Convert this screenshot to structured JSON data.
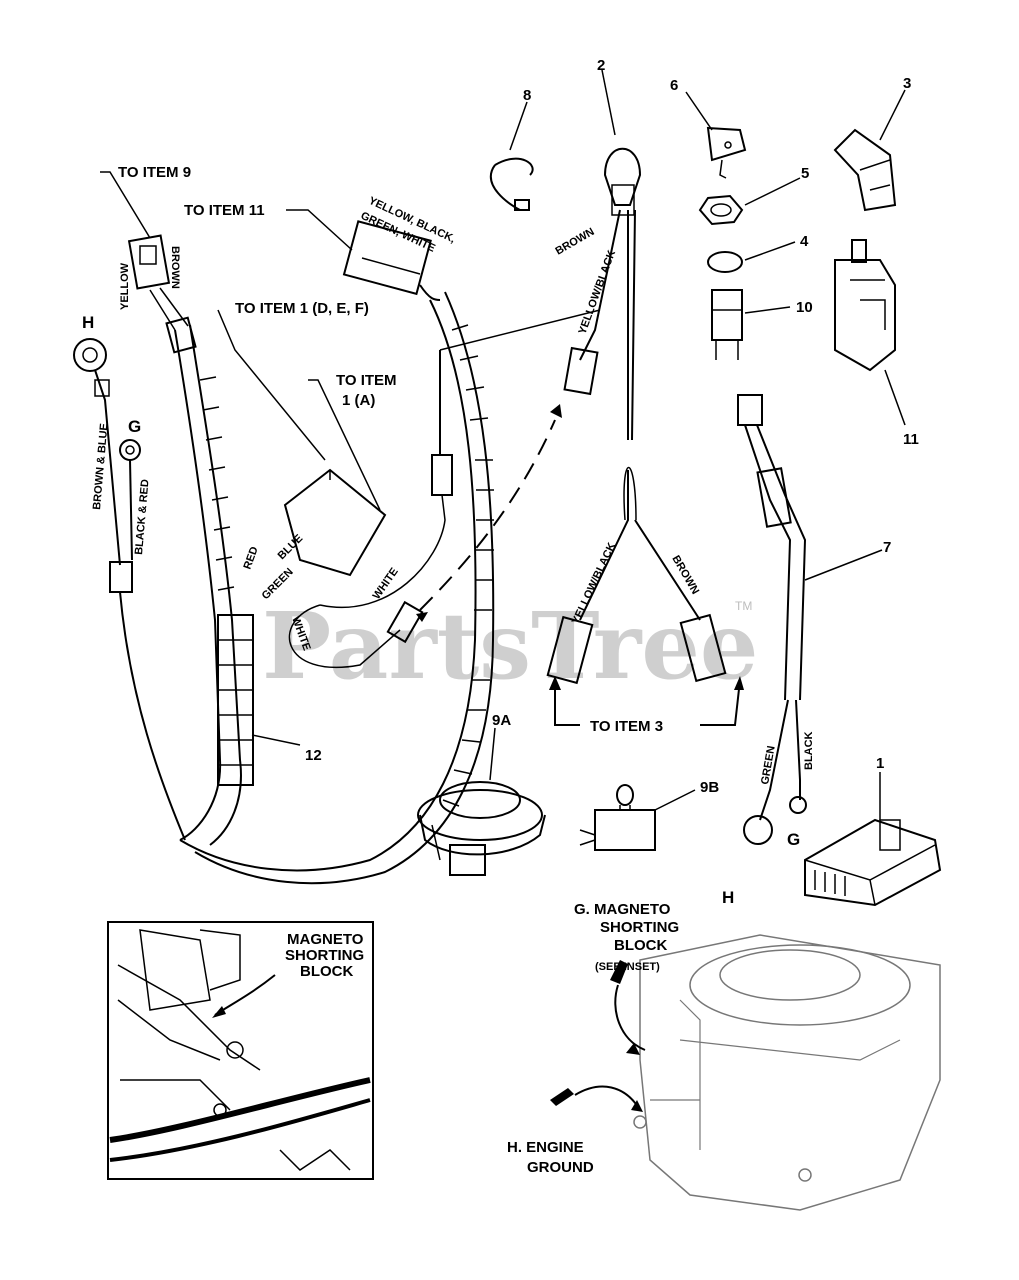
{
  "watermark": {
    "text": "PartsTree",
    "tm": "TM"
  },
  "labels": {
    "to_item_9": "TO ITEM 9",
    "to_item_11": "TO ITEM 11",
    "to_item_1_def": "TO ITEM 1 (D, E, F)",
    "to_item_1a_line1": "TO ITEM",
    "to_item_1a_line2": "1 (A)",
    "to_item_3": "TO ITEM 3",
    "yellow_black_green_white_1": "YELLOW, BLACK,",
    "yellow_black_green_white_2": "GREEN, WHITE",
    "magneto_inset_1": "MAGNETO",
    "magneto_inset_2": "SHORTING",
    "magneto_inset_3": "BLOCK",
    "g_magneto_1": "G. MAGNETO",
    "g_magneto_2": "SHORTING",
    "g_magneto_3": "BLOCK",
    "g_magneto_4": "(SEE INSET)",
    "h_engine_1": "H. ENGINE",
    "h_engine_2": "GROUND"
  },
  "item_numbers": {
    "n1": "1",
    "n2": "2",
    "n3": "3",
    "n4": "4",
    "n5": "5",
    "n6": "6",
    "n7": "7",
    "n8": "8",
    "n9a": "9A",
    "n9b": "9B",
    "n10": "10",
    "n11": "11",
    "n12": "12"
  },
  "terminals": {
    "h_left": "H",
    "g_left": "G",
    "g_right": "G",
    "h_right": "H"
  },
  "wire_colors": {
    "yellow": "YELLOW",
    "brown_top": "BROWN",
    "brown_blue": "BROWN & BLUE",
    "black_red": "BLACK & RED",
    "red": "RED",
    "blue": "BLUE",
    "green": "GREEN",
    "white_a": "WHITE",
    "white_b": "WHITE",
    "brown_2": "BROWN",
    "yellow_black_2": "YELLOW/BLACK",
    "yellow_black_3": "YELLOW/BLACK",
    "brown_3": "BROWN",
    "green_7": "GREEN",
    "black_7": "BLACK"
  }
}
